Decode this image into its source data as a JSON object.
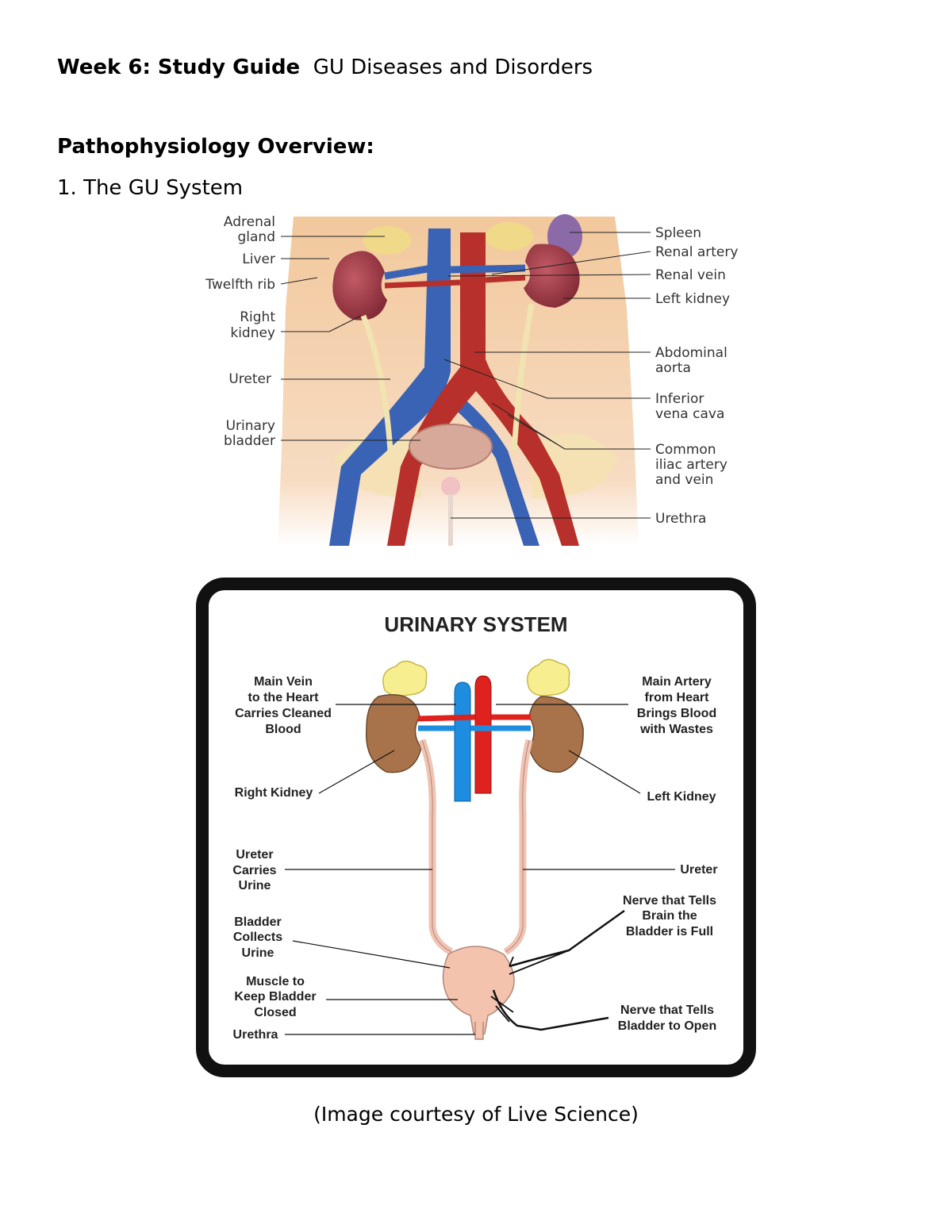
{
  "header": {
    "title_bold": "Week 6: Study Guide",
    "title_rest": "GU Diseases and Disorders"
  },
  "section": {
    "heading": "Pathophysiology Overview:",
    "item_1": "1. The GU System"
  },
  "figure1": {
    "left_labels": [
      "Adrenal",
      "gland",
      "Liver",
      "Twelfth rib",
      "Right",
      "kidney",
      "Ureter",
      "Urinary",
      "bladder"
    ],
    "right_labels": [
      "Spleen",
      "Renal artery",
      "Renal vein",
      "Left kidney",
      "Abdominal",
      "aorta",
      "Inferior",
      "vena cava",
      "Common",
      "iliac artery",
      "and vein",
      "Urethra"
    ]
  },
  "figure2": {
    "title": "URINARY SYSTEM",
    "labels": {
      "main_vein": [
        "Main Vein",
        "to the Heart",
        "Carries Cleaned",
        "Blood"
      ],
      "main_artery": [
        "Main Artery",
        "from Heart",
        "Brings Blood",
        "with Wastes"
      ],
      "right_kidney": "Right Kidney",
      "left_kidney": "Left Kidney",
      "ureter_left": [
        "Ureter",
        "Carries",
        "Urine"
      ],
      "ureter_right": "Ureter",
      "nerve_full": [
        "Nerve that Tells",
        "Brain the",
        "Bladder is Full"
      ],
      "bladder": [
        "Bladder",
        "Collects",
        "Urine"
      ],
      "muscle": [
        "Muscle to",
        "Keep Bladder",
        "Closed"
      ],
      "nerve_open": [
        "Nerve that Tells",
        "Bladder to Open"
      ],
      "urethra": "Urethra"
    }
  },
  "caption": "(Image courtesy of Live Science)",
  "colors": {
    "vein_blue": "#3a6fc0",
    "artery_red": "#b8302b",
    "kidney": "#9c3a46",
    "kidney_brown": "#a8734a",
    "bladder_pink": "#f3c3ae",
    "adrenal_yellow": "#f7ee8f"
  }
}
